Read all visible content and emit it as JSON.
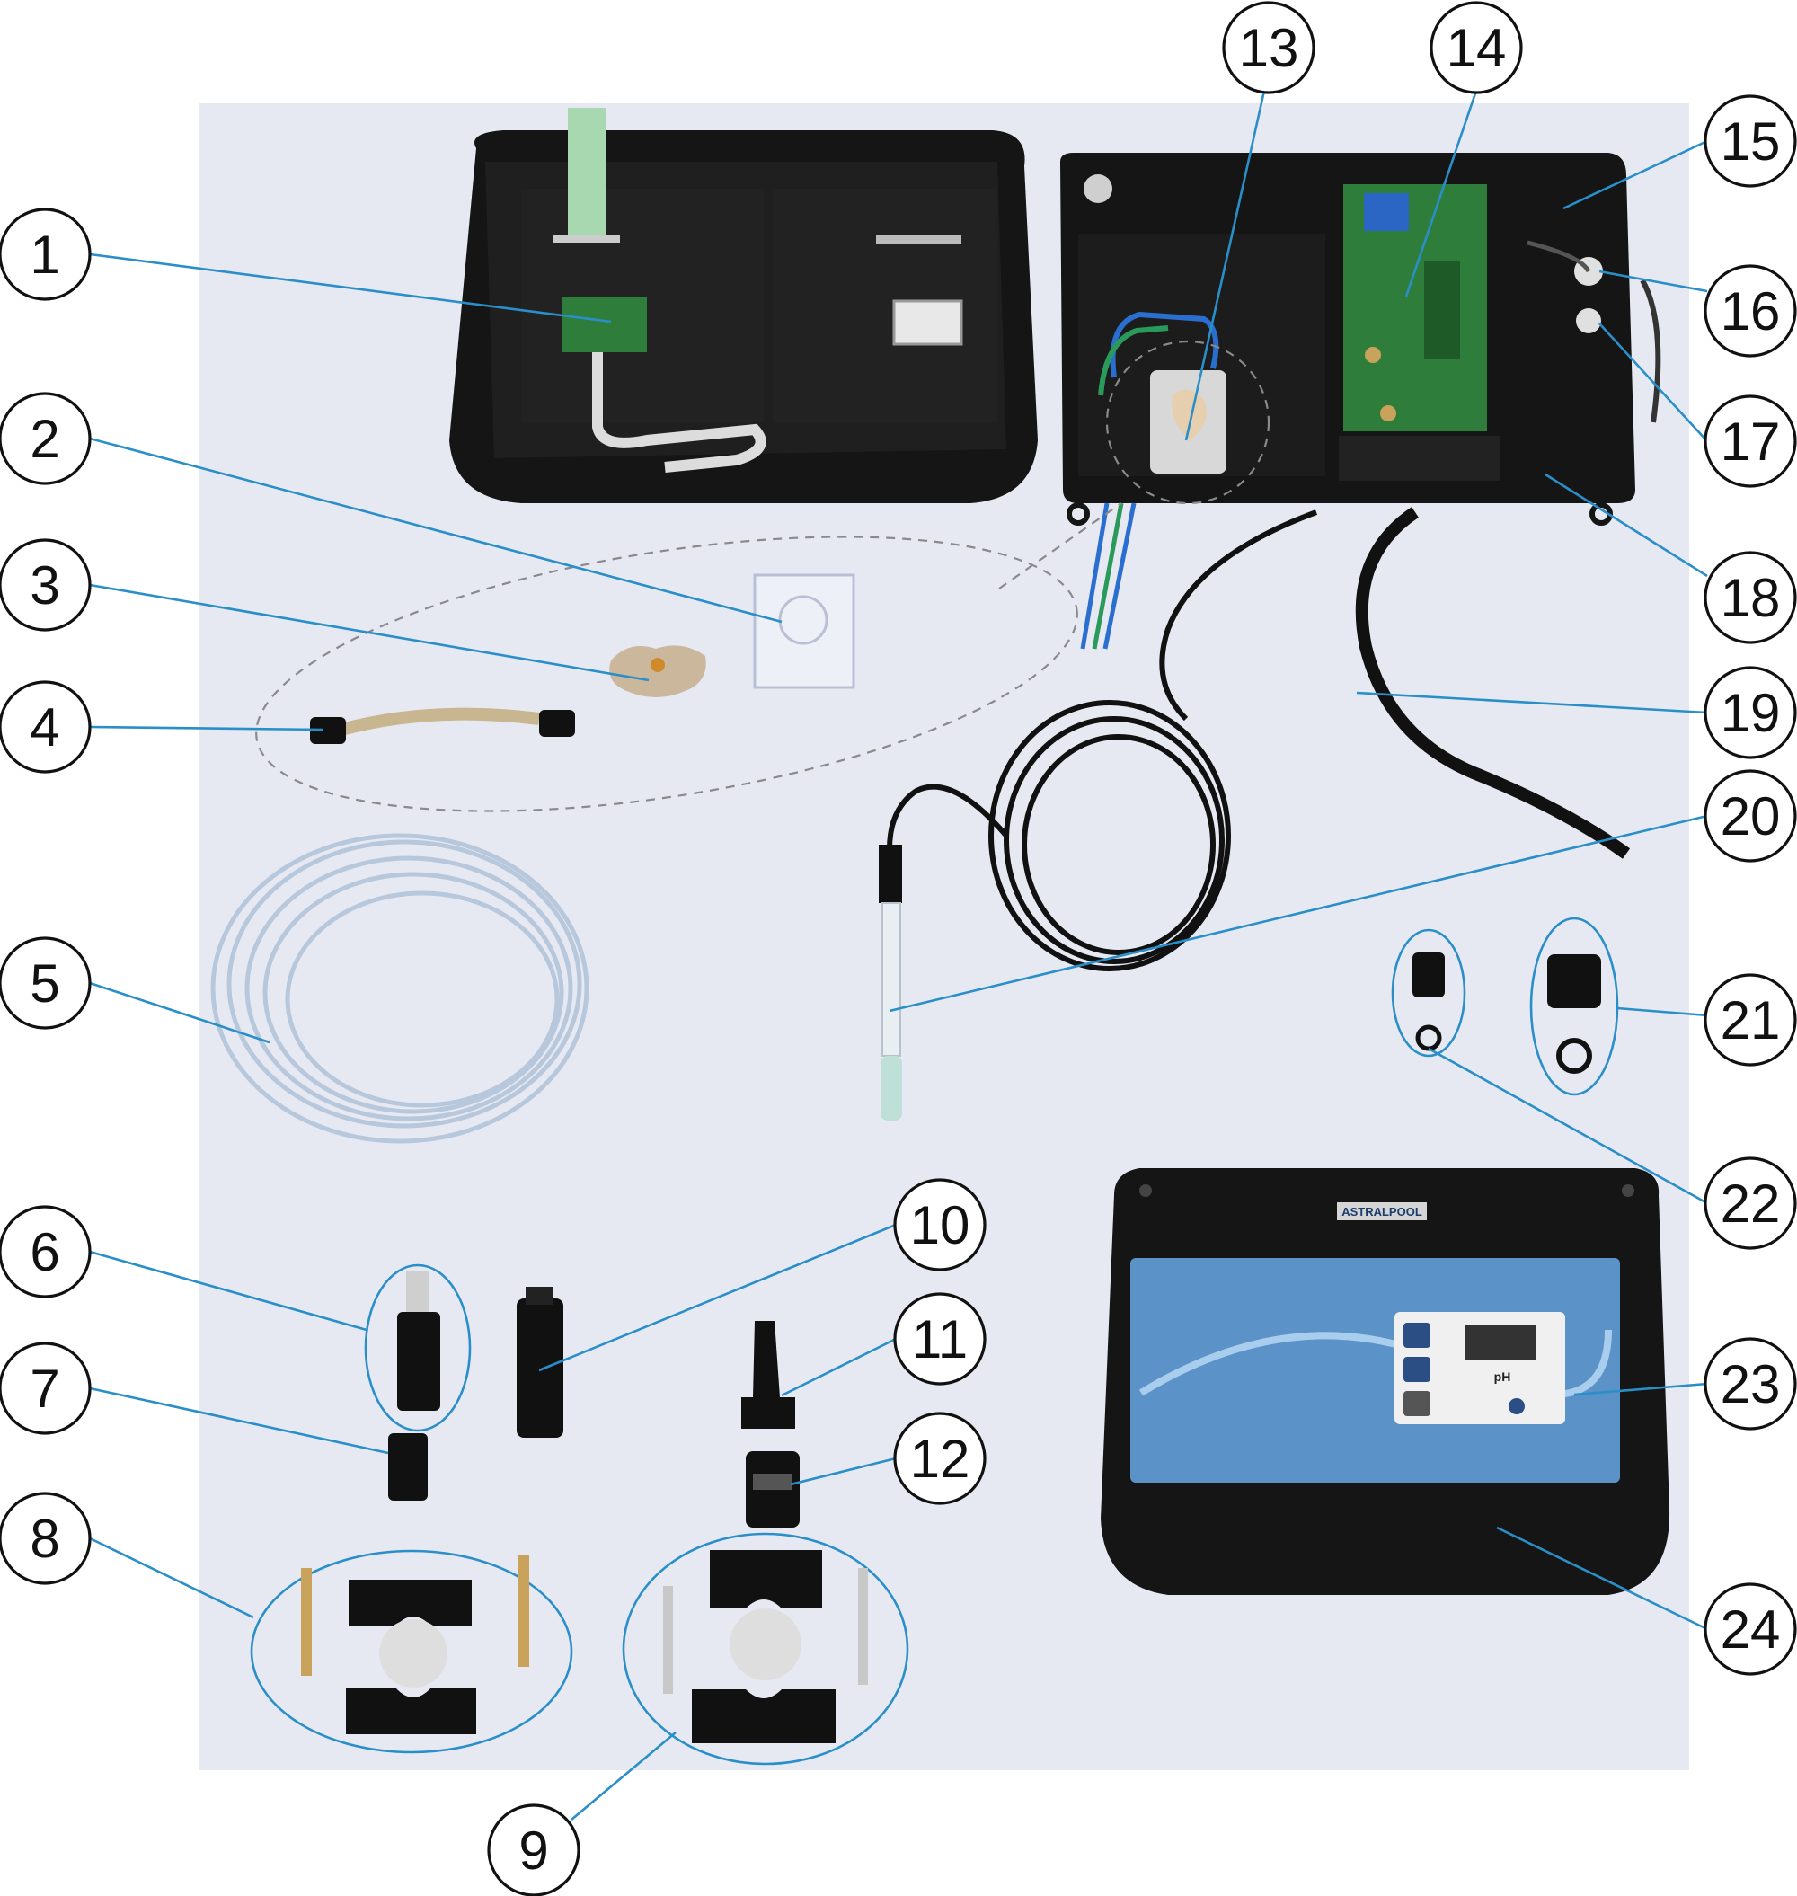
{
  "labels": {
    "c1": "1",
    "c2": "2",
    "c3": "3",
    "c4": "4",
    "c5": "5",
    "c6": "6",
    "c7": "7",
    "c8": "8",
    "c9": "9",
    "c10": "10",
    "c11": "11",
    "c12": "12",
    "c13": "13",
    "c14": "14",
    "c15": "15",
    "c16": "16",
    "c17": "17",
    "c18": "18",
    "c19": "19",
    "c20": "20",
    "c21": "21",
    "c22": "22",
    "c23": "23",
    "c24": "24"
  },
  "controller": {
    "brand": "ASTRALPOOL",
    "display_label": "pH"
  },
  "colors": {
    "background_panel": "#e7e9f2",
    "callout_line": "#2a8fc8",
    "housing": "#151515",
    "pcb": "#2f7d3a",
    "panel_blue": "#5b93c9"
  }
}
